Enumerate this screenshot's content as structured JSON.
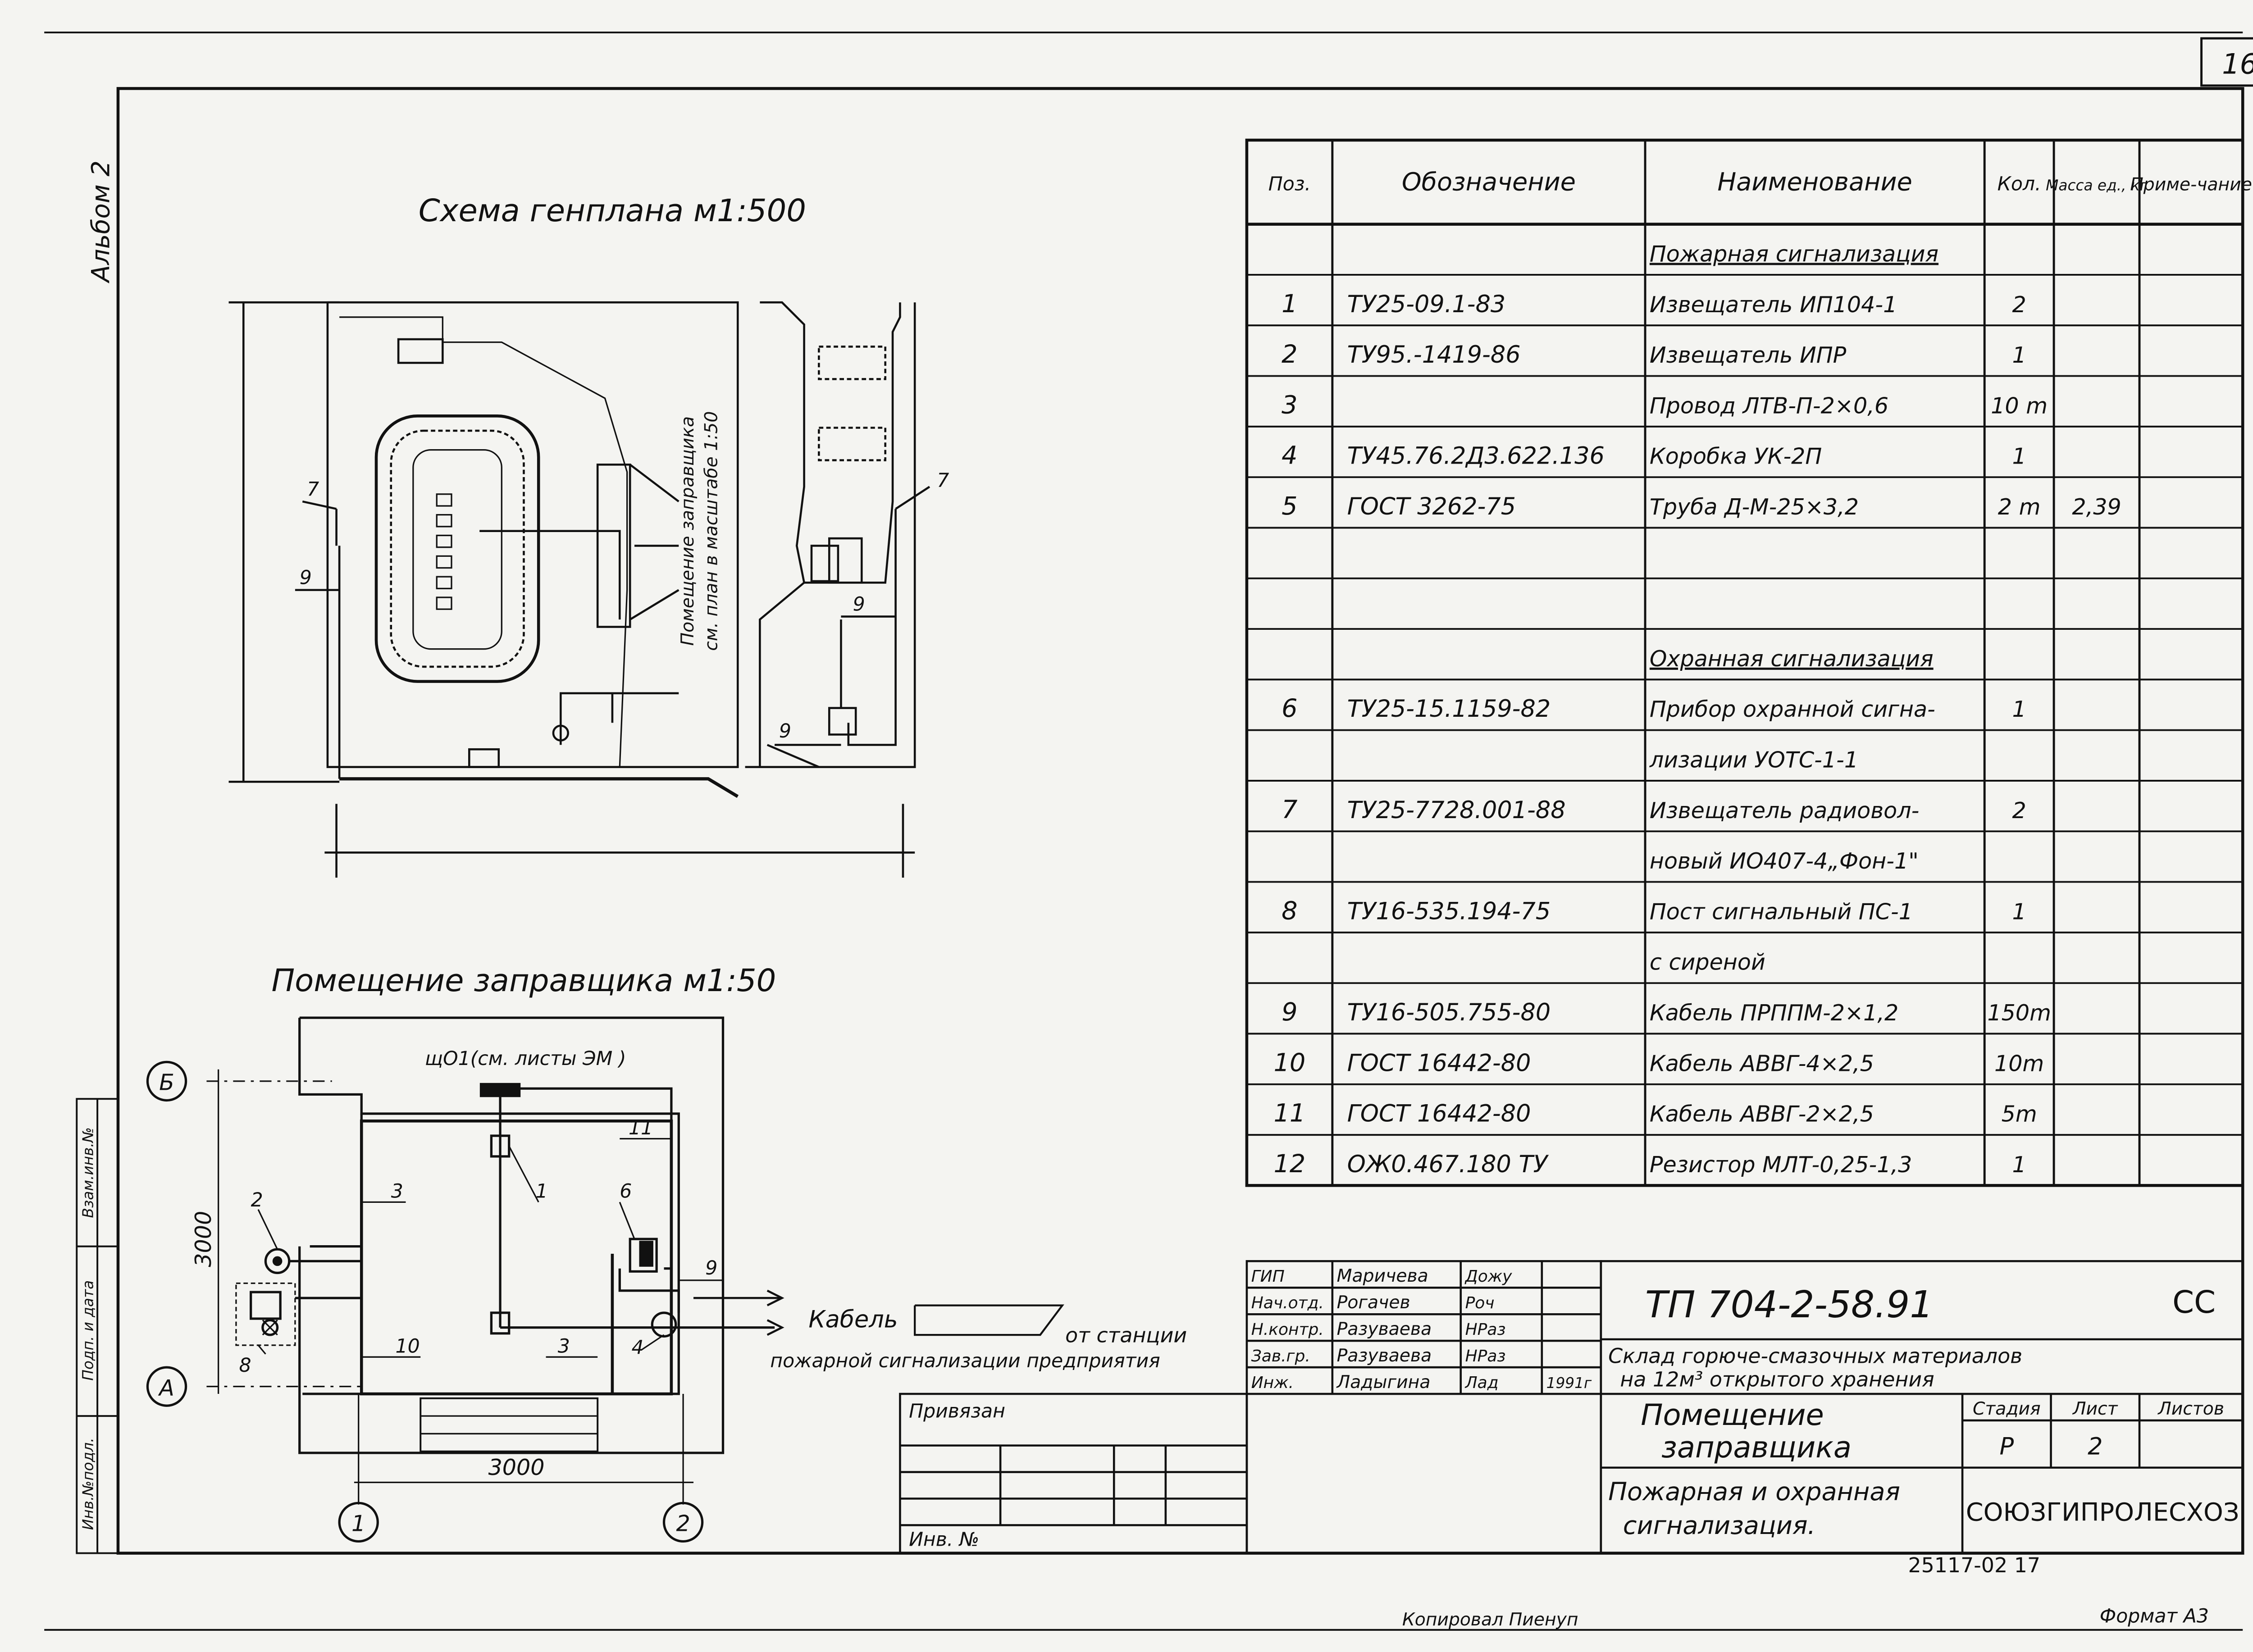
{
  "sheet": {
    "number": "16",
    "album": "Альбом 2",
    "copied_by": "Копировал Пиенуп",
    "format": "Формат А3",
    "archive_number": "25117-02 17"
  },
  "site_plan": {
    "title": "Схема генплана м1:500",
    "room_note_line1": "Помещение заправщика",
    "room_note_line2": "см. план в масштабе 1:50",
    "callouts": [
      "7",
      "9",
      "7",
      "9",
      "9"
    ]
  },
  "room_plan": {
    "title": "Помещение заправщика м1:50",
    "panel_label": "щО1(см. листы ЭМ )",
    "axis_b": "Б",
    "axis_a": "А",
    "axis_1": "1",
    "axis_2": "2",
    "dim_vertical": "3000",
    "dim_horizontal": "3000",
    "callouts": [
      "2",
      "3",
      "1",
      "6",
      "11",
      "9",
      "4",
      "3",
      "10",
      "8"
    ],
    "cable_label": "Кабель",
    "cable_from": "от станции",
    "cable_note": "пожарной сигнализации предприятия"
  },
  "spec_table": {
    "headers": [
      "Поз.",
      "Обозначение",
      "Наименование",
      "Кол.",
      "Масса ед., кг",
      "Приме-чание"
    ],
    "rows": [
      {
        "pos": "",
        "designation": "",
        "name": "Пожарная сигнализация",
        "qty": "",
        "mass": "",
        "note": ""
      },
      {
        "pos": "1",
        "designation": "ТУ25-09.1-83",
        "name": "Извещатель ИП104-1",
        "qty": "2",
        "mass": "",
        "note": ""
      },
      {
        "pos": "2",
        "designation": "ТУ95.-1419-86",
        "name": "Извещатель ИПР",
        "qty": "1",
        "mass": "",
        "note": ""
      },
      {
        "pos": "3",
        "designation": "",
        "name": "Провод ЛТВ-П-2×0,6",
        "qty": "10 m",
        "mass": "",
        "note": ""
      },
      {
        "pos": "4",
        "designation": "ТУ45.76.2Д3.622.136",
        "name": "Коробка УК-2П",
        "qty": "1",
        "mass": "",
        "note": ""
      },
      {
        "pos": "5",
        "designation": "ГОСТ 3262-75",
        "name": "Труба Д-М-25×3,2",
        "qty": "2 m",
        "mass": "2,39",
        "note": ""
      },
      {
        "pos": "",
        "designation": "",
        "name": "",
        "qty": "",
        "mass": "",
        "note": ""
      },
      {
        "pos": "",
        "designation": "",
        "name": "",
        "qty": "",
        "mass": "",
        "note": ""
      },
      {
        "pos": "",
        "designation": "",
        "name": "Охранная сигнализация",
        "qty": "",
        "mass": "",
        "note": ""
      },
      {
        "pos": "6",
        "designation": "ТУ25-15.1159-82",
        "name": "Прибор охранной сигна-",
        "qty": "1",
        "mass": "",
        "note": ""
      },
      {
        "pos": "",
        "designation": "",
        "name": "лизации УОТС-1-1",
        "qty": "",
        "mass": "",
        "note": ""
      },
      {
        "pos": "7",
        "designation": "ТУ25-7728.001-88",
        "name": "Извещатель радиовол-",
        "qty": "2",
        "mass": "",
        "note": ""
      },
      {
        "pos": "",
        "designation": "",
        "name": "новый ИО407-4„Фон-1\"",
        "qty": "",
        "mass": "",
        "note": ""
      },
      {
        "pos": "8",
        "designation": "ТУ16-535.194-75",
        "name": "Пост сигнальный ПС-1",
        "qty": "1",
        "mass": "",
        "note": ""
      },
      {
        "pos": "",
        "designation": "",
        "name": "с сиреной",
        "qty": "",
        "mass": "",
        "note": ""
      },
      {
        "pos": "9",
        "designation": "ТУ16-505.755-80",
        "name": "Кабель ПРППМ-2×1,2",
        "qty": "150m",
        "mass": "",
        "note": ""
      },
      {
        "pos": "10",
        "designation": "ГОСТ 16442-80",
        "name": "Кабель АВВГ-4×2,5",
        "qty": "10m",
        "mass": "",
        "note": ""
      },
      {
        "pos": "11",
        "designation": "ГОСТ 16442-80",
        "name": "Кабель АВВГ-2×2,5",
        "qty": "5m",
        "mass": "",
        "note": ""
      },
      {
        "pos": "12",
        "designation": "ОЖ0.467.180 ТУ",
        "name": "Резистор МЛТ-0,25-1,3",
        "qty": "1",
        "mass": "",
        "note": ""
      }
    ]
  },
  "title_block": {
    "signers": [
      {
        "role": "ГИП",
        "name": "Маричева",
        "sign": "Дожу"
      },
      {
        "role": "Нач.отд.",
        "name": "Рогачев",
        "sign": "Роч"
      },
      {
        "role": "Н.контр.",
        "name": "Разуваева",
        "sign": "НРаз"
      },
      {
        "role": "Зав.гр.",
        "name": "Разуваева",
        "sign": "НРаз"
      },
      {
        "role": "Инж.",
        "name": "Ладыгина",
        "sign": "Лад",
        "year": "1991г"
      }
    ],
    "doc_code": "ТП 704-2-58.91",
    "doc_mark": "СС",
    "object_line1": "Склад горюче-смазочных материалов",
    "object_line2": "на 12м³ открытого хранения",
    "sheet_title_line1": "Помещение",
    "sheet_title_line2": "заправщика",
    "stage_header": "Стадия",
    "sheet_header": "Лист",
    "sheets_header": "Листов",
    "stage": "Р",
    "sheet": "2",
    "content_line1": "Пожарная и охранная",
    "content_line2": "сигнализация.",
    "organization": "СОЮЗГИПРОЛЕСХОЗ",
    "binding": "Привязан",
    "inv_no": "Инв. №"
  },
  "left_stamp": {
    "labels": [
      "Взам.инв.№",
      "Подп. и дата",
      "Инв.№подл."
    ]
  }
}
